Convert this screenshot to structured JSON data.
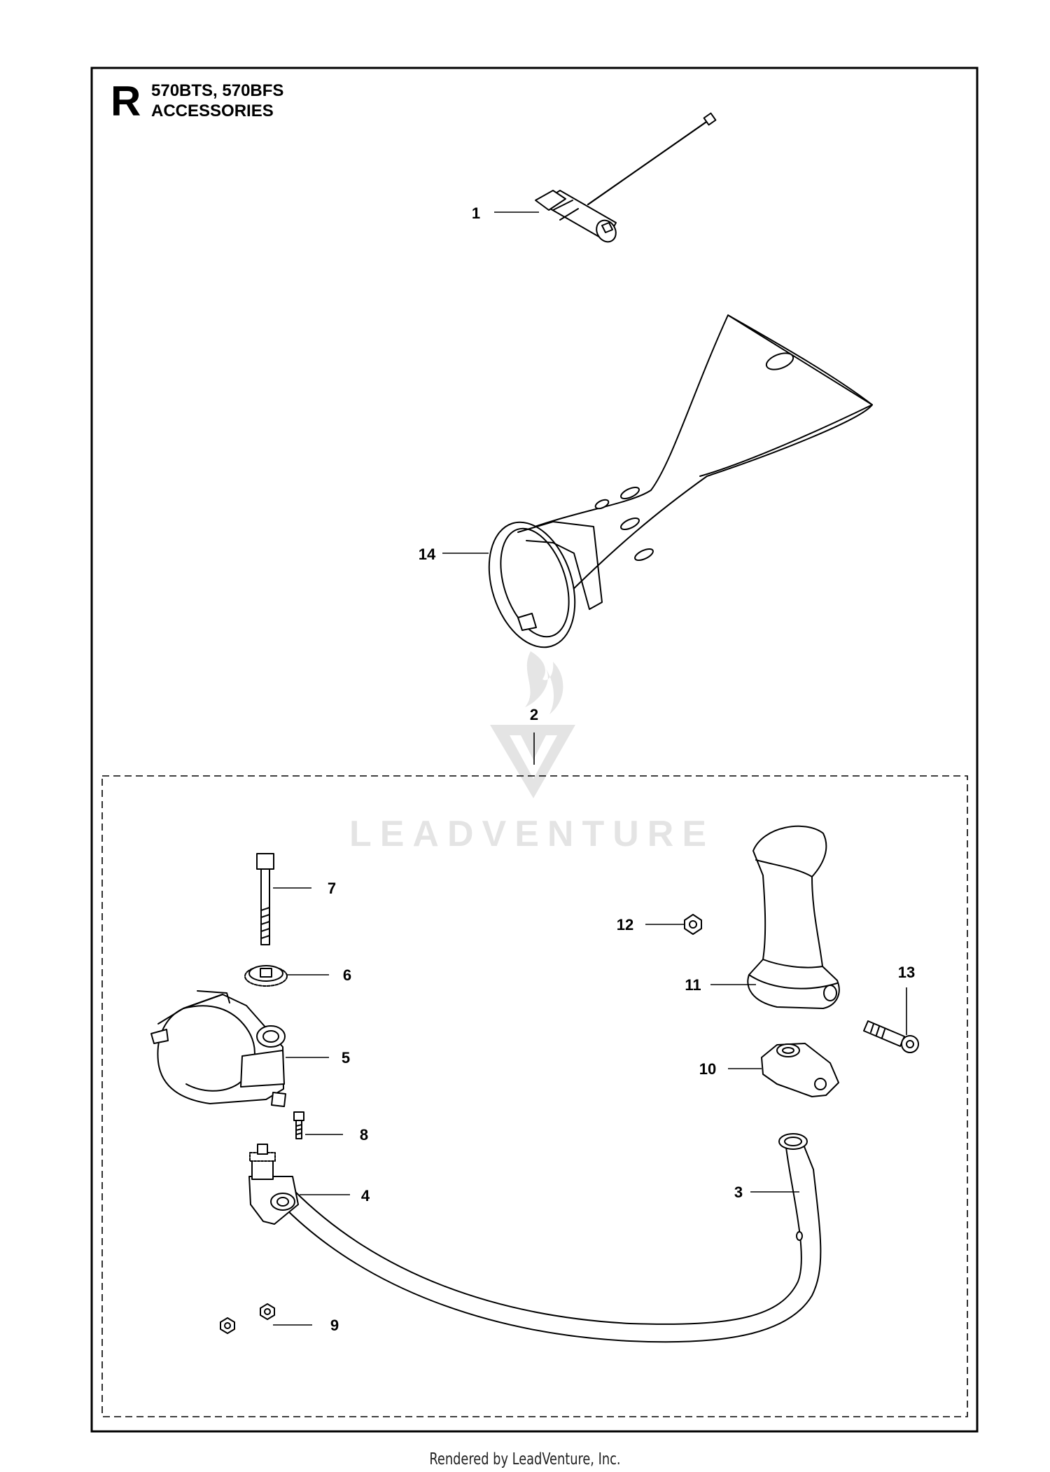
{
  "header": {
    "section_letter": "R",
    "models": "570BTS, 570BFS",
    "title": "ACCESSORIES"
  },
  "callouts": [
    {
      "id": "1",
      "label": "1"
    },
    {
      "id": "2",
      "label": "2"
    },
    {
      "id": "3",
      "label": "3"
    },
    {
      "id": "4",
      "label": "4"
    },
    {
      "id": "5",
      "label": "5"
    },
    {
      "id": "6",
      "label": "6"
    },
    {
      "id": "7",
      "label": "7"
    },
    {
      "id": "8",
      "label": "8"
    },
    {
      "id": "9",
      "label": "9"
    },
    {
      "id": "10",
      "label": "10"
    },
    {
      "id": "11",
      "label": "11"
    },
    {
      "id": "12",
      "label": "12"
    },
    {
      "id": "13",
      "label": "13"
    },
    {
      "id": "14",
      "label": "14"
    }
  ],
  "watermark": {
    "text": "LEADVENTURE",
    "icon": "flame-v-logo-icon"
  },
  "footer": {
    "text": "Rendered by LeadVenture, Inc."
  },
  "colors": {
    "ink": "#000000",
    "watermark": "#e6e6e6",
    "background": "#ffffff"
  }
}
